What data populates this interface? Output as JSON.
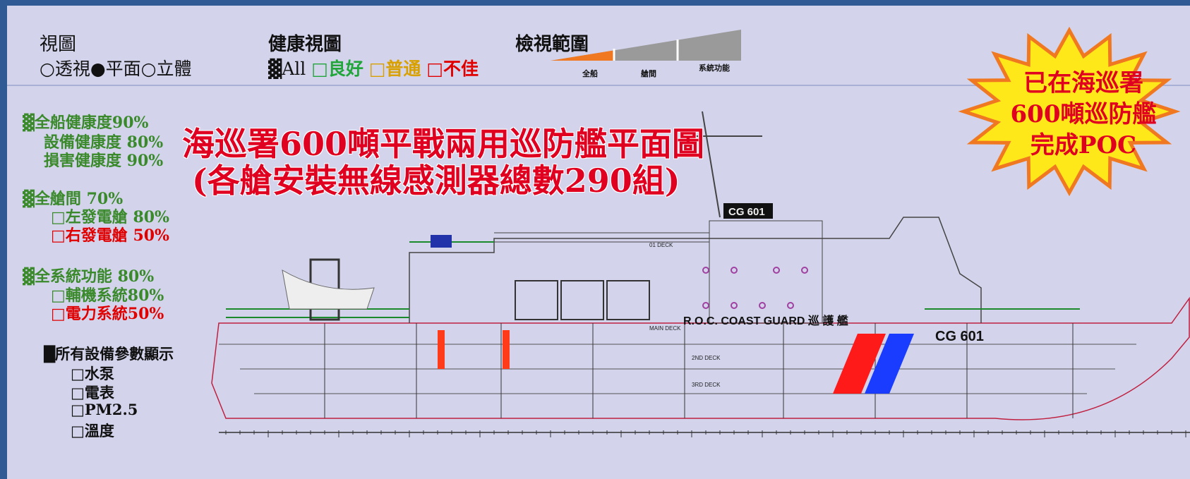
{
  "view": {
    "title": "視圖",
    "options": "○透視●平面○立體"
  },
  "health_view": {
    "title": "健康視圖",
    "filters": [
      {
        "label": "▓All",
        "color": "#111111"
      },
      {
        "label": "□良好",
        "color": "#22a63b"
      },
      {
        "label": "□普通",
        "color": "#d8a000"
      },
      {
        "label": "□不佳",
        "color": "#e00000"
      }
    ]
  },
  "scope": {
    "title": "檢視範圍",
    "labels": [
      "全船",
      "艙間",
      "系統功能"
    ],
    "level": 0.33,
    "colors": {
      "active": "#f07820",
      "inactive": "#9a9a9a"
    }
  },
  "left_panel": {
    "ship_health": "▓全船健康度90%",
    "equipment_health": "設備健康度 80%",
    "damage_health": "損害健康度 90%",
    "compartments": "▓全艙間 70%",
    "left_generator_room": "□左發電艙 80%",
    "right_generator_room": "□右發電艙 50%",
    "systems": "▓全系統功能 80%",
    "aux_systems": "□輔機系統80%",
    "power_system": "□電力系統50%",
    "all_params": "█所有設備參數顯示",
    "params": [
      "□水泵",
      "□電表",
      "□PM2.5",
      "□溫度"
    ]
  },
  "title": {
    "line1": "海巡署600噸平戰兩用巡防艦平面圖",
    "line2": "(各艙安裝無線感測器總數290組)"
  },
  "badge": {
    "lines": [
      "已在海巡署",
      "600噸巡防艦",
      "完成POC"
    ]
  },
  "ship": {
    "hull_text": "R.O.C. COAST GUARD 巡 護 艦",
    "hull_number": "CG 601",
    "mast_number": "CG 601",
    "deck_labels": [
      "01 DECK",
      "MAIN DECK",
      "2ND DECK",
      "3RD DECK"
    ],
    "colors": {
      "stripe_red": "#ff1a1a",
      "stripe_blue": "#1a3cff"
    }
  }
}
